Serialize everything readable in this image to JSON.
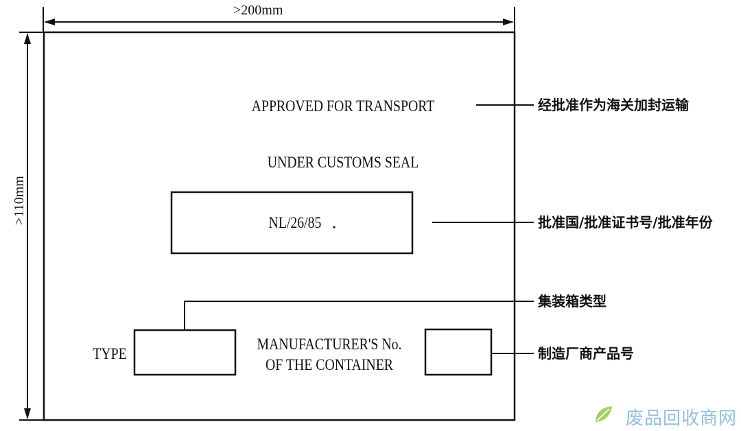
{
  "dimensions": {
    "width_label": ">200mm",
    "height_label": ">110mm"
  },
  "plate": {
    "line1": "APPROVED FOR TRANSPORT",
    "line2": "UNDER CUSTOMS SEAL",
    "approval_code": "NL/26/85",
    "type_label": "TYPE",
    "manufacturer_line1": "MANUFACTURER'S No.",
    "manufacturer_line2": "OF THE CONTAINER"
  },
  "callouts": {
    "approved": "经批准作为海关加封运输",
    "approval_code": "批准国/批准证书号/批准年份",
    "container_type": "集装箱类型",
    "manufacturer_no": "制造厂商产品号"
  },
  "watermark": {
    "text": "废品回收商网"
  },
  "colors": {
    "ink": "#111111",
    "watermark": "#7fb6dd"
  }
}
